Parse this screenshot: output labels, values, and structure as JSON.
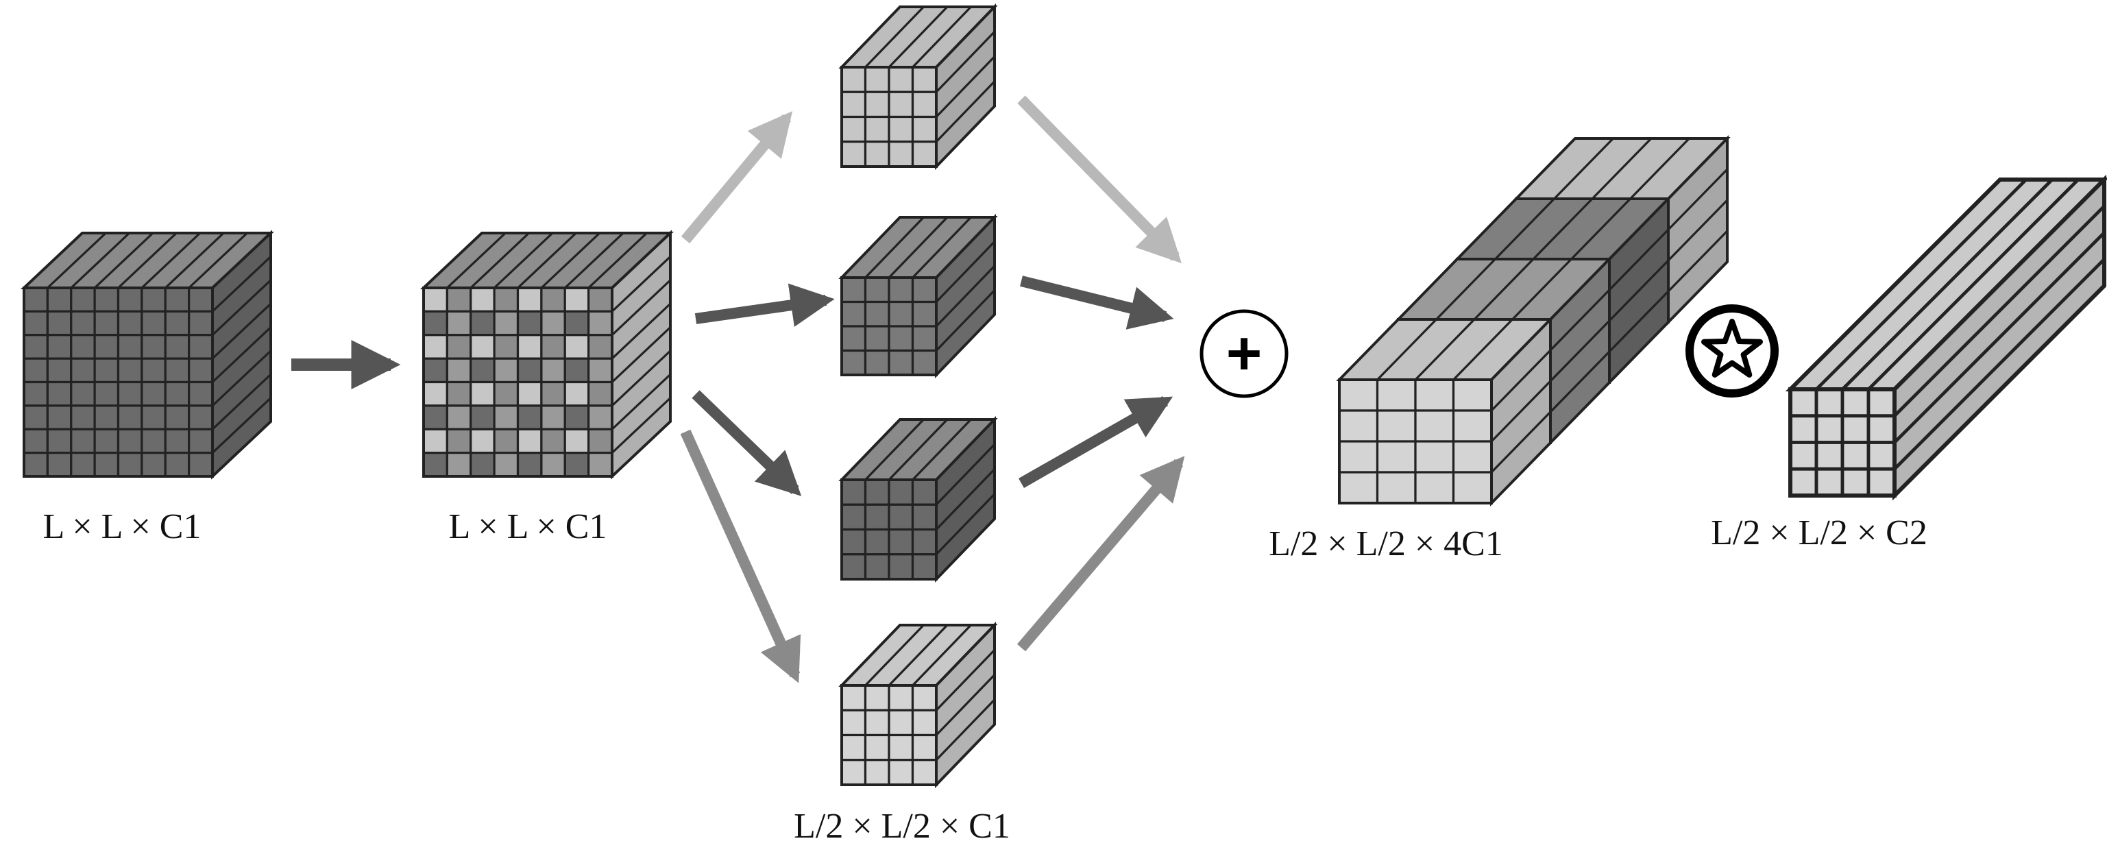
{
  "labels": {
    "input": "L × L × C1",
    "masked": "L × L × C1",
    "slice": "L/2 × L/2 × C1",
    "concat": "L/2 × L/2 × 4C1",
    "output": "L/2 × L/2 × C2"
  },
  "operators": {
    "add": "+",
    "conv": "☆"
  },
  "colors": {
    "cube_dark": "#6b6b6b",
    "cube_medium": "#8c8c8c",
    "cube_light": "#c6c6c6",
    "cube_lightest": "#d4d4d4",
    "arrow_dark": "#555555",
    "arrow_medium": "#8a8a8a",
    "arrow_light": "#b8b8b8",
    "outline": "#222222"
  }
}
